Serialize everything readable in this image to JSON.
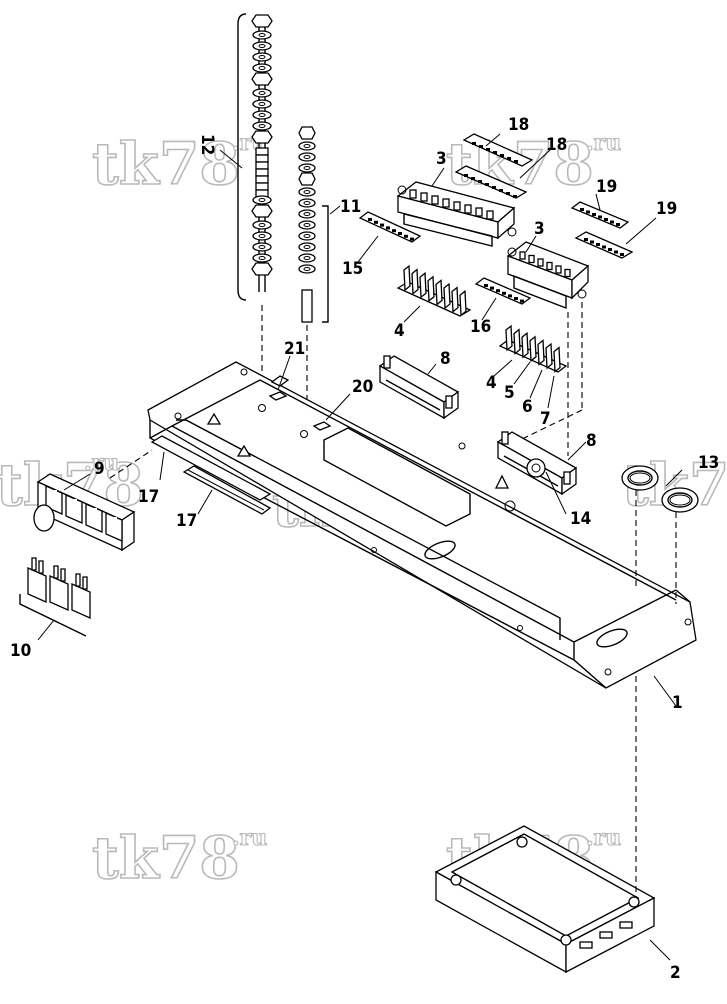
{
  "watermark": {
    "main": "tk78",
    "sup": ".ru"
  },
  "callouts": {
    "c1": "1",
    "c2": "2",
    "c3a": "3",
    "c3b": "3",
    "c4a": "4",
    "c4b": "4",
    "c5": "5",
    "c6": "6",
    "c7": "7",
    "c8a": "8",
    "c8b": "8",
    "c9": "9",
    "c10": "10",
    "c11": "11",
    "c12": "12",
    "c13": "13",
    "c14": "14",
    "c15": "15",
    "c16": "16",
    "c17a": "17",
    "c17b": "17",
    "c18a": "18",
    "c18b": "18",
    "c19a": "19",
    "c19b": "19",
    "c20": "20",
    "c21": "21"
  }
}
